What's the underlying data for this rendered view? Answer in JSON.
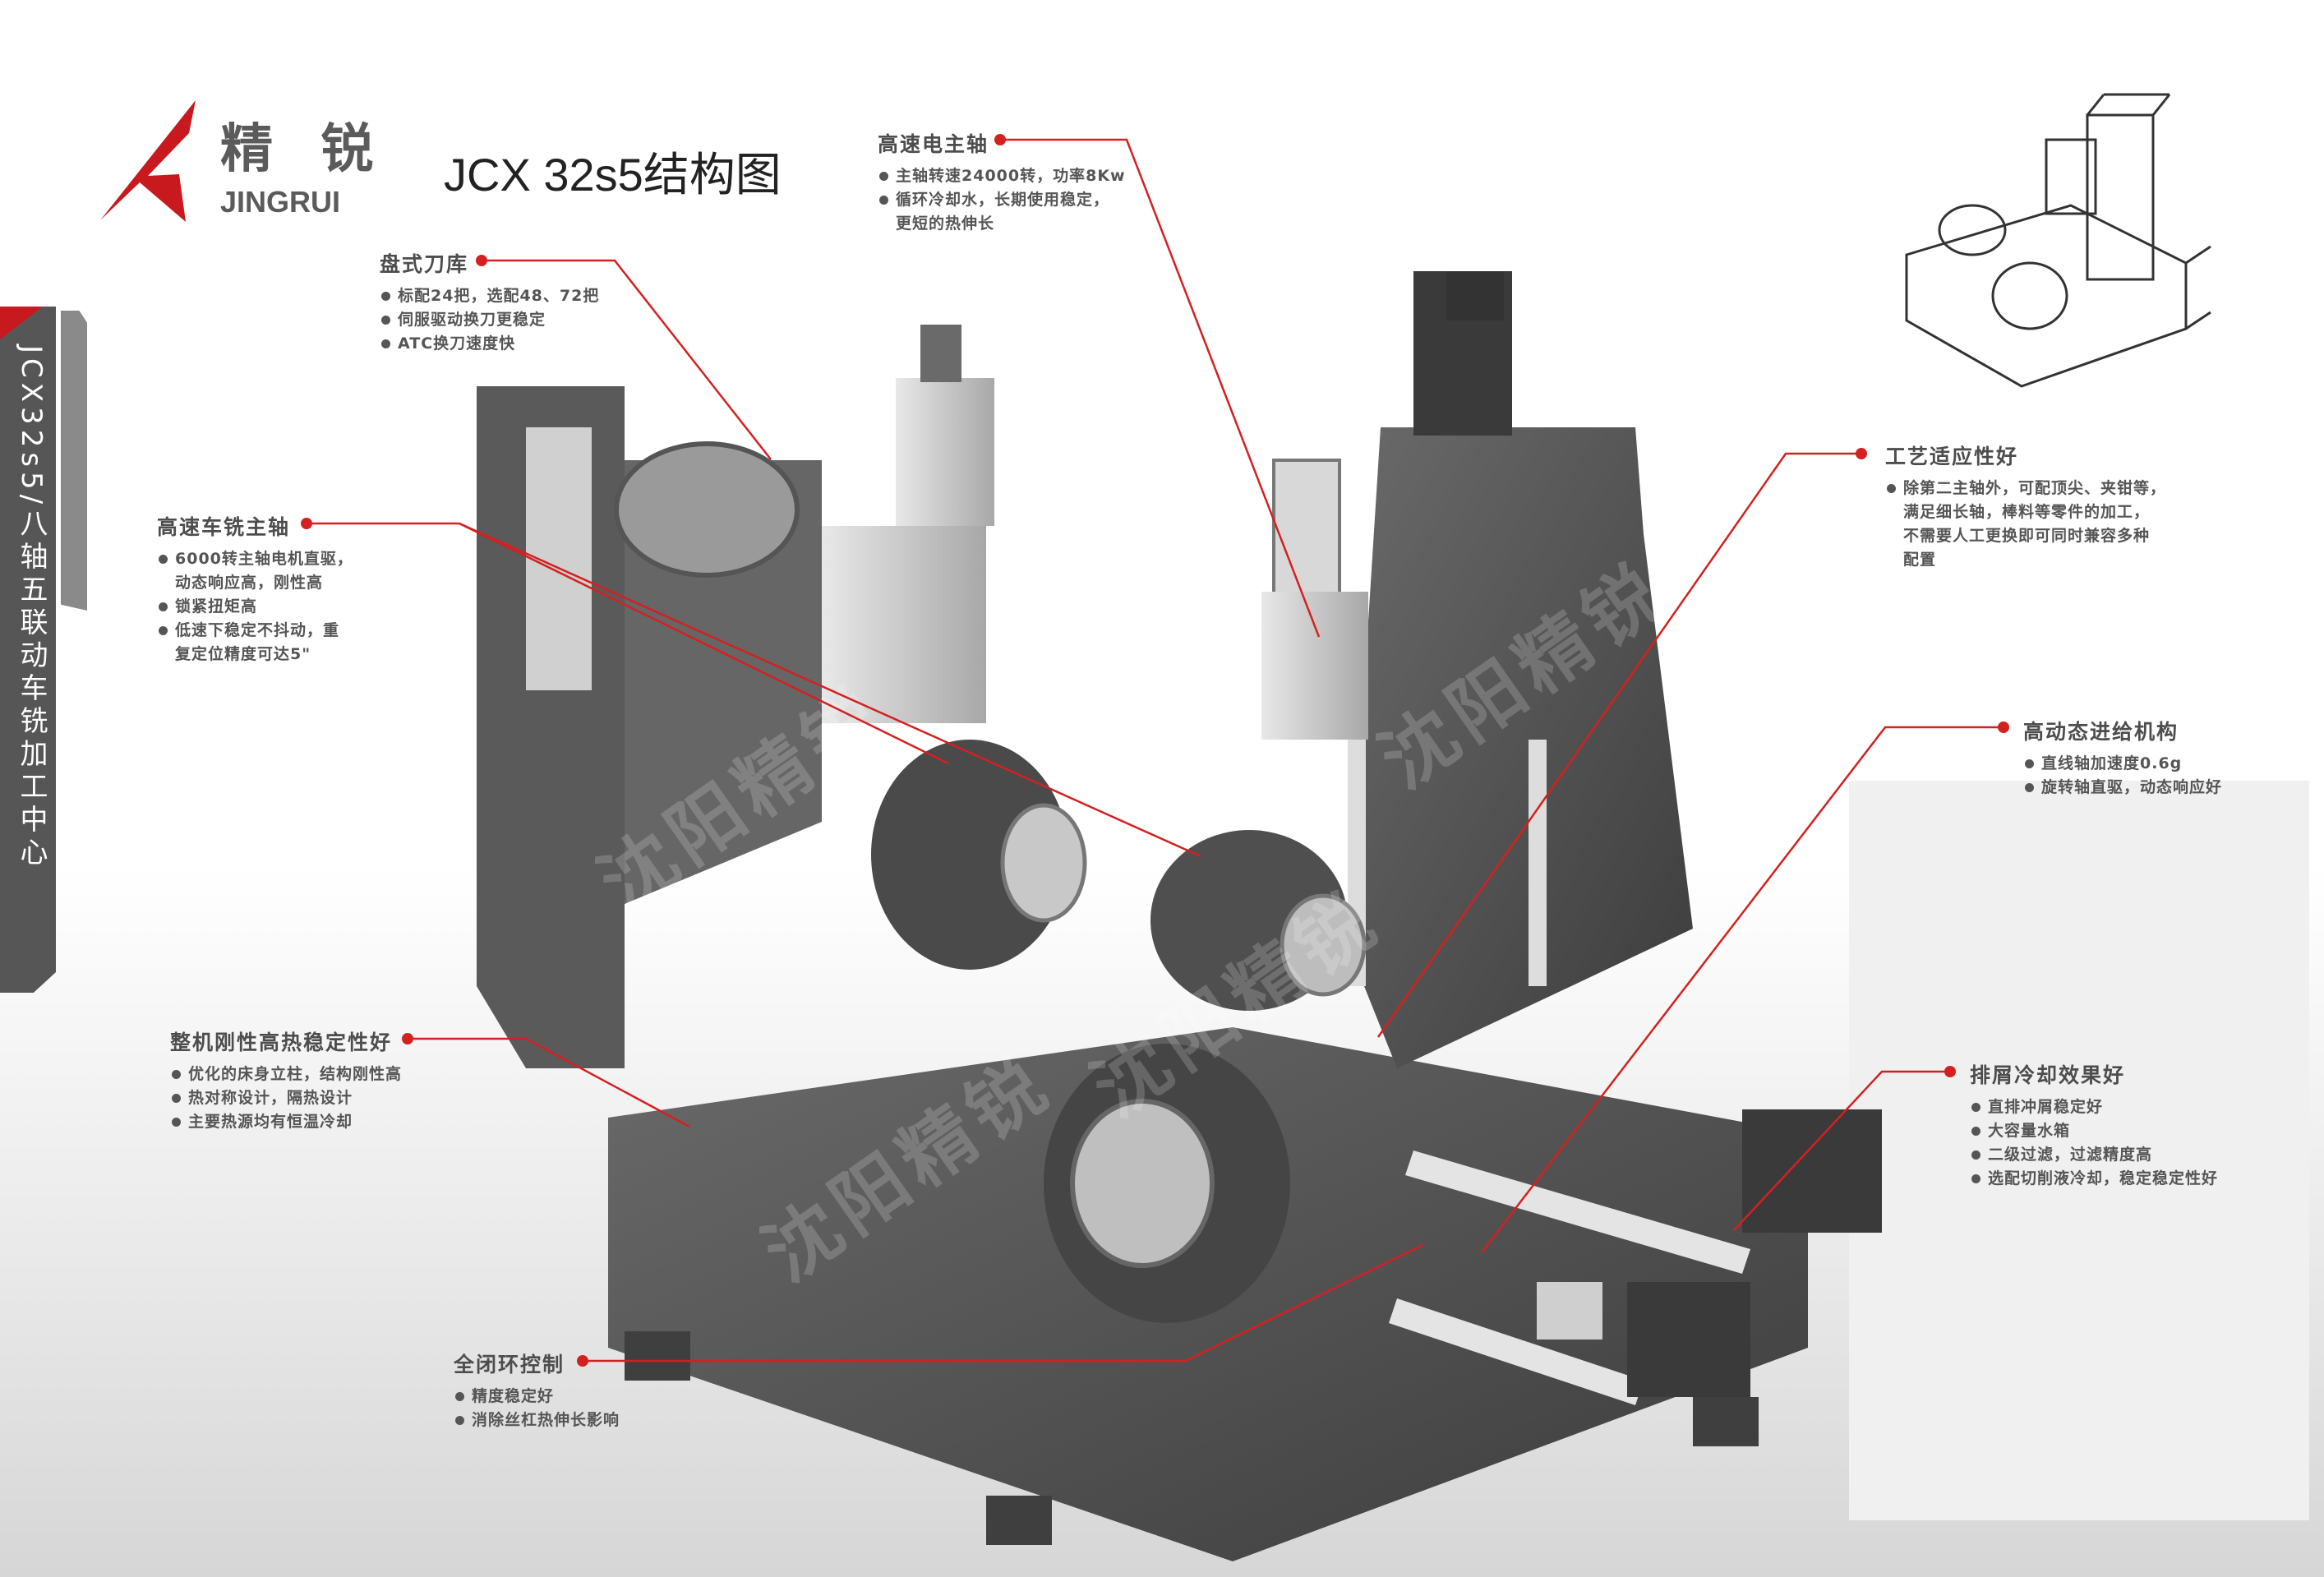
{
  "brand": {
    "name_cn": "精 锐",
    "name_en": "JINGRUI",
    "logo_color": "#c8191f"
  },
  "page_title": "JCX 32s5结构图",
  "side_tab": {
    "label": "JCX32s5/八轴五联动车铣加工中心"
  },
  "watermark": "沈阳精锐",
  "accent_color": "#d42020",
  "callouts": [
    {
      "title": "高速电主轴",
      "items": [
        "主轴转速24000转，功率8Kw",
        "循环冷却水，长期使用稳定，\n更短的热伸长"
      ]
    },
    {
      "title": "盘式刀库",
      "items": [
        "标配24把，选配48、72把",
        "伺服驱动换刀更稳定",
        "ATC换刀速度快"
      ]
    },
    {
      "title": "高速车铣主轴",
      "items": [
        "6000转主轴电机直驱，\n动态响应高，刚性高",
        "锁紧扭矩高",
        "低速下稳定不抖动，重\n复定位精度可达5\""
      ]
    },
    {
      "title": "整机刚性高热稳定性好",
      "items": [
        "优化的床身立柱，结构刚性高",
        "热对称设计，隔热设计",
        "主要热源均有恒温冷却"
      ]
    },
    {
      "title": "全闭环控制",
      "items": [
        "精度稳定好",
        "消除丝杠热伸长影响"
      ]
    },
    {
      "title": "工艺适应性好",
      "items": [
        "除第二主轴外，可配顶尖、夹钳等，\n满足细长轴，棒料等零件的加工，\n不需要人工更换即可同时兼容多种\n配置"
      ]
    },
    {
      "title": "高动态进给机构",
      "items": [
        "直线轴加速度0.6g",
        "旋转轴直驱，动态响应好"
      ]
    },
    {
      "title": "排屑冷却效果好",
      "items": [
        "直排冲屑稳定好",
        "大容量水箱",
        "二级过滤，过滤精度高",
        "选配切削液冷却，稳定稳定性好"
      ]
    }
  ]
}
